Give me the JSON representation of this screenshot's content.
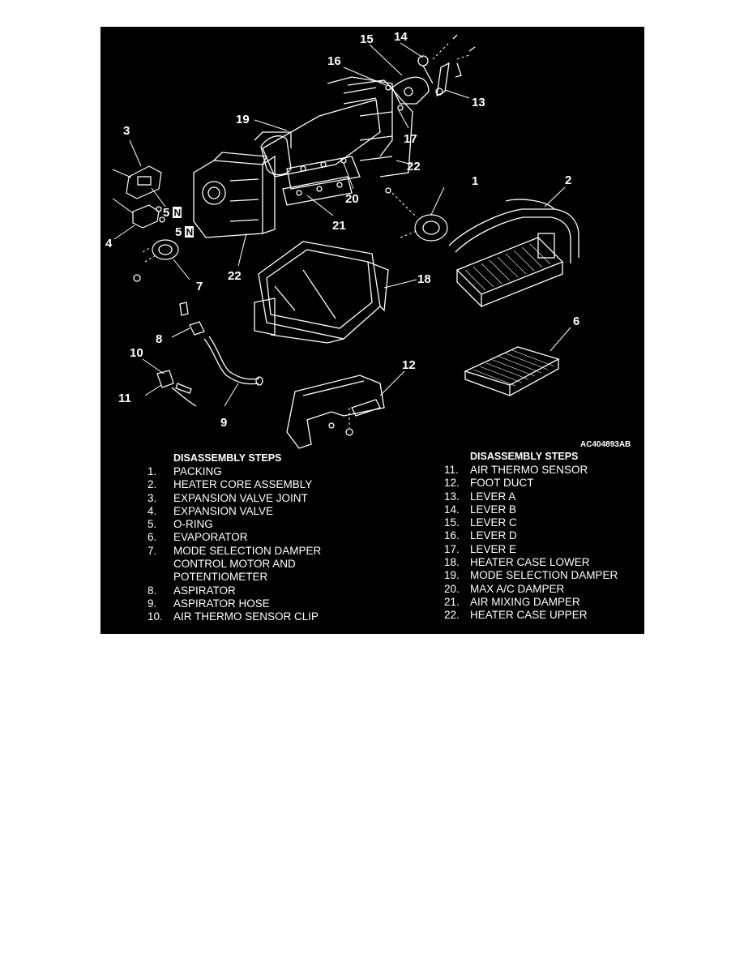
{
  "callouts": [
    "1",
    "2",
    "3",
    "4",
    "5",
    "5",
    "6",
    "7",
    "8",
    "9",
    "10",
    "11",
    "12",
    "13",
    "14",
    "15",
    "16",
    "17",
    "18",
    "19",
    "20",
    "21",
    "22",
    "22"
  ],
  "new_part_mark": "N",
  "figure_code": "AC404893AB",
  "steps_left": {
    "heading": "DISASSEMBLY STEPS",
    "items": [
      {
        "num": "1.",
        "text": "PACKING"
      },
      {
        "num": "2.",
        "text": "HEATER CORE ASSEMBLY"
      },
      {
        "num": "3.",
        "text": "EXPANSION VALVE JOINT"
      },
      {
        "num": "4.",
        "text": "EXPANSION VALVE"
      },
      {
        "num": "5.",
        "text": "O-RING"
      },
      {
        "num": "6.",
        "text": "EVAPORATOR"
      },
      {
        "num": "7.",
        "text": "MODE SELECTION DAMPER"
      },
      {
        "num": "",
        "text": "CONTROL MOTOR AND"
      },
      {
        "num": "",
        "text": "POTENTIOMETER"
      },
      {
        "num": "8.",
        "text": "ASPIRATOR"
      },
      {
        "num": "9.",
        "text": "ASPIRATOR HOSE"
      },
      {
        "num": "10.",
        "text": "AIR THERMO SENSOR CLIP"
      }
    ]
  },
  "steps_right": {
    "heading": "DISASSEMBLY STEPS",
    "items": [
      {
        "num": "11.",
        "text": "AIR THERMO SENSOR"
      },
      {
        "num": "12.",
        "text": "FOOT DUCT"
      },
      {
        "num": "13.",
        "text": "LEVER A"
      },
      {
        "num": "14.",
        "text": "LEVER B"
      },
      {
        "num": "15.",
        "text": "LEVER C"
      },
      {
        "num": "16.",
        "text": "LEVER D"
      },
      {
        "num": "17.",
        "text": "LEVER E"
      },
      {
        "num": "18.",
        "text": "HEATER CASE LOWER"
      },
      {
        "num": "19.",
        "text": "MODE SELECTION DAMPER"
      },
      {
        "num": "20.",
        "text": "MAX A/C DAMPER"
      },
      {
        "num": "21.",
        "text": "AIR MIXING DAMPER"
      },
      {
        "num": "22.",
        "text": "HEATER CASE UPPER"
      }
    ]
  },
  "colors": {
    "background": "#000000",
    "foreground": "#ffffff",
    "page": "#ffffff"
  }
}
